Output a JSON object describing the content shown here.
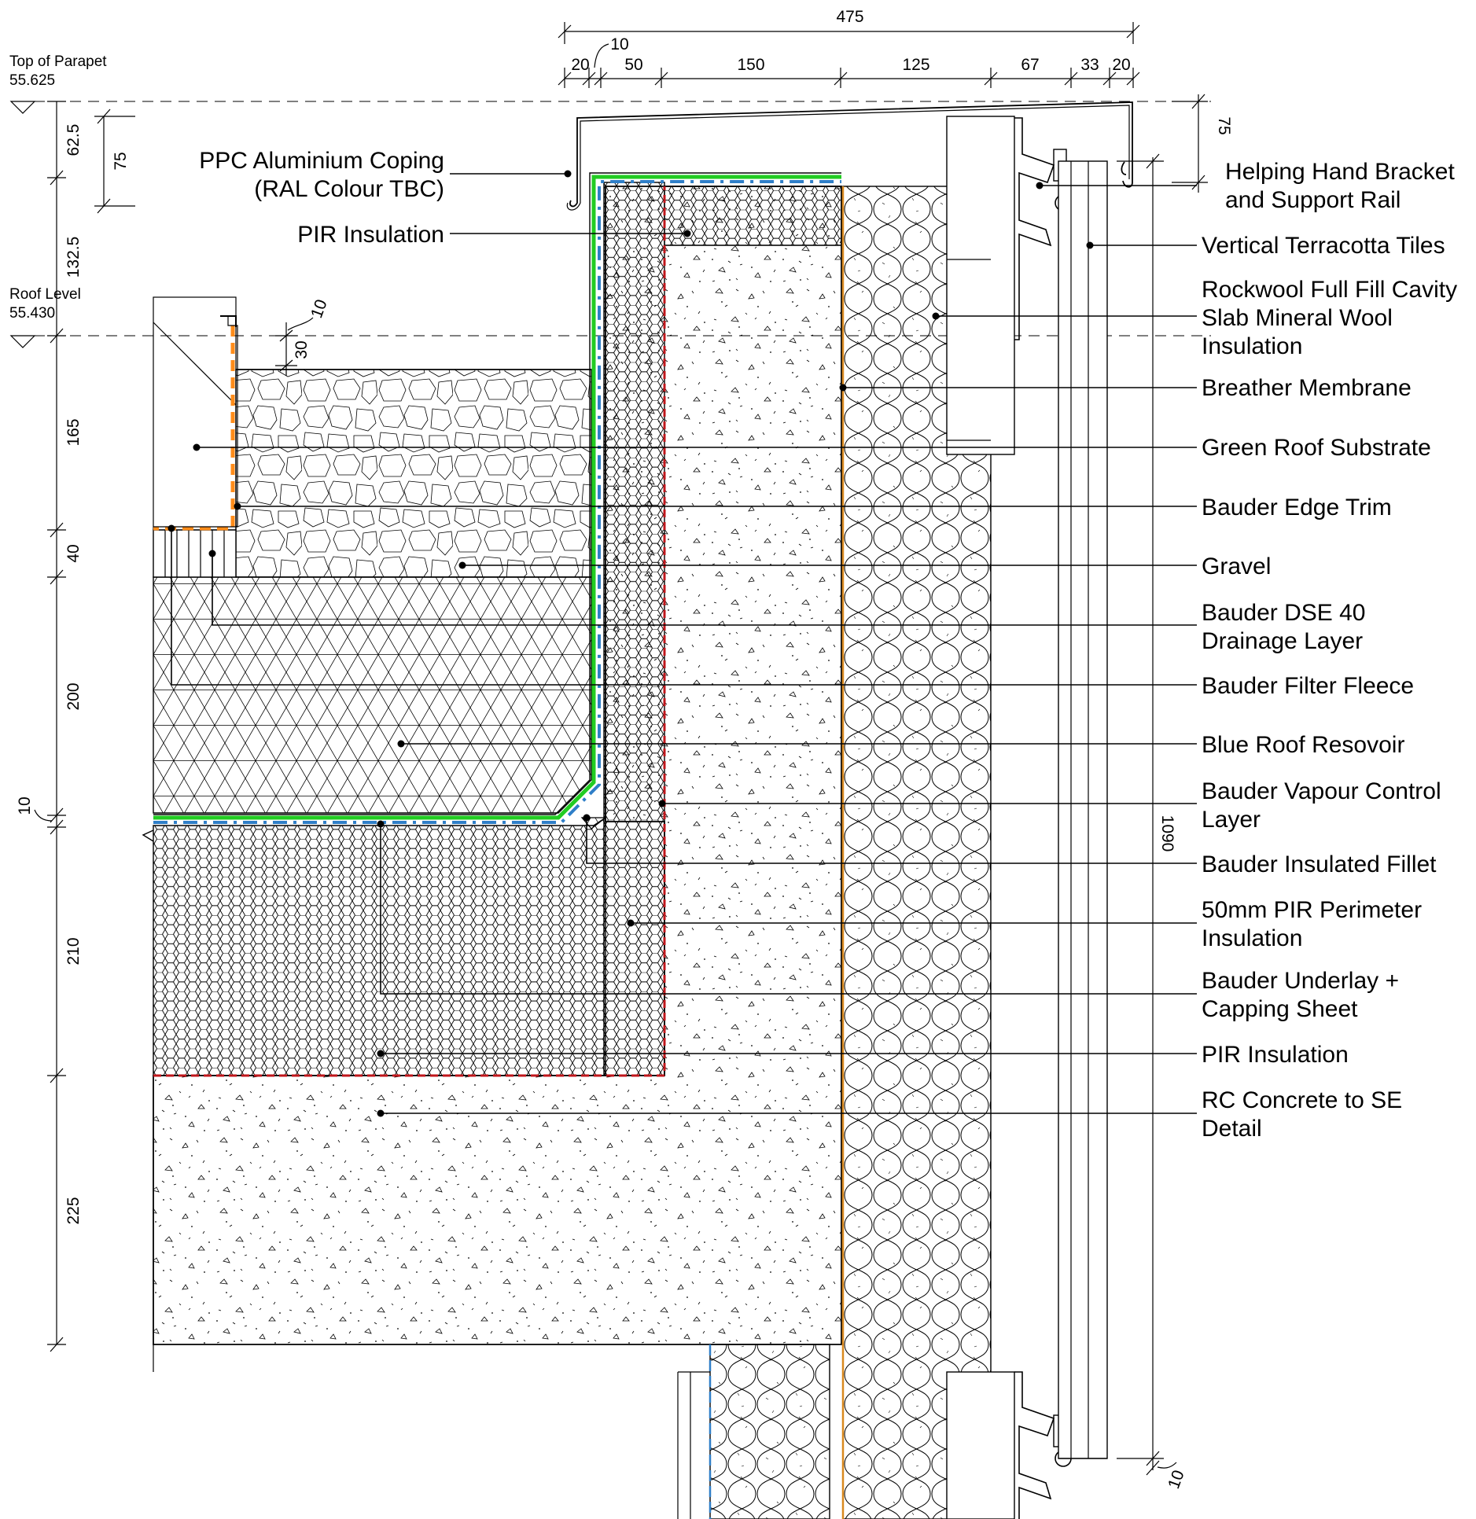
{
  "levels": {
    "parapet": {
      "label": "Top of Parapet",
      "value": "55.625"
    },
    "roof": {
      "label": "Roof Level",
      "value": "55.430"
    }
  },
  "dimensions": {
    "top_overall": "475",
    "top_chain": [
      "20",
      "10",
      "50",
      "150",
      "125",
      "67",
      "33",
      "20"
    ],
    "left_chain": [
      "62.5",
      "75",
      "132.5",
      "165",
      "40",
      "200",
      "10",
      "210",
      "225"
    ],
    "misc": {
      "upstand_gap": "10",
      "upstand": "30",
      "coping_drop": "75",
      "rail_height": "1090",
      "rail_gap": "10"
    }
  },
  "labels": {
    "left": {
      "coping_1": "PPC Aluminium Coping",
      "coping_2": "(RAL Colour TBC)",
      "pir_top": "PIR Insulation"
    },
    "right": {
      "bracket_1": "Helping Hand Bracket",
      "bracket_2": "and Support Rail",
      "tiles": "Vertical Terracotta Tiles",
      "rockwool_1": "Rockwool Full Fill Cavity",
      "rockwool_2": "Slab Mineral Wool",
      "rockwool_3": "Insulation",
      "breather": "Breather Membrane",
      "substrate": "Green Roof Substrate",
      "edge_trim": "Bauder Edge Trim",
      "gravel": "Gravel",
      "dse_1": "Bauder DSE 40",
      "dse_2": "Drainage Layer",
      "fleece": "Bauder Filter Fleece",
      "reservoir": "Blue Roof Resovoir",
      "vcl_1": "Bauder Vapour Control",
      "vcl_2": "Layer",
      "fillet": "Bauder Insulated Fillet",
      "perimeter_1": "50mm PIR Perimeter",
      "perimeter_2": "Insulation",
      "underlay_1": "Bauder Underlay +",
      "underlay_2": "Capping Sheet",
      "pir_bottom": "PIR Insulation",
      "concrete_1": "RC Concrete to SE",
      "concrete_2": "Detail"
    }
  },
  "colors": {
    "waterproofing": "#22cc22",
    "vapour_layer": "#2f7fc8",
    "red_layer": "#c0161b",
    "edge_trim": "#ff8c1a",
    "breather": "#d9891f"
  }
}
